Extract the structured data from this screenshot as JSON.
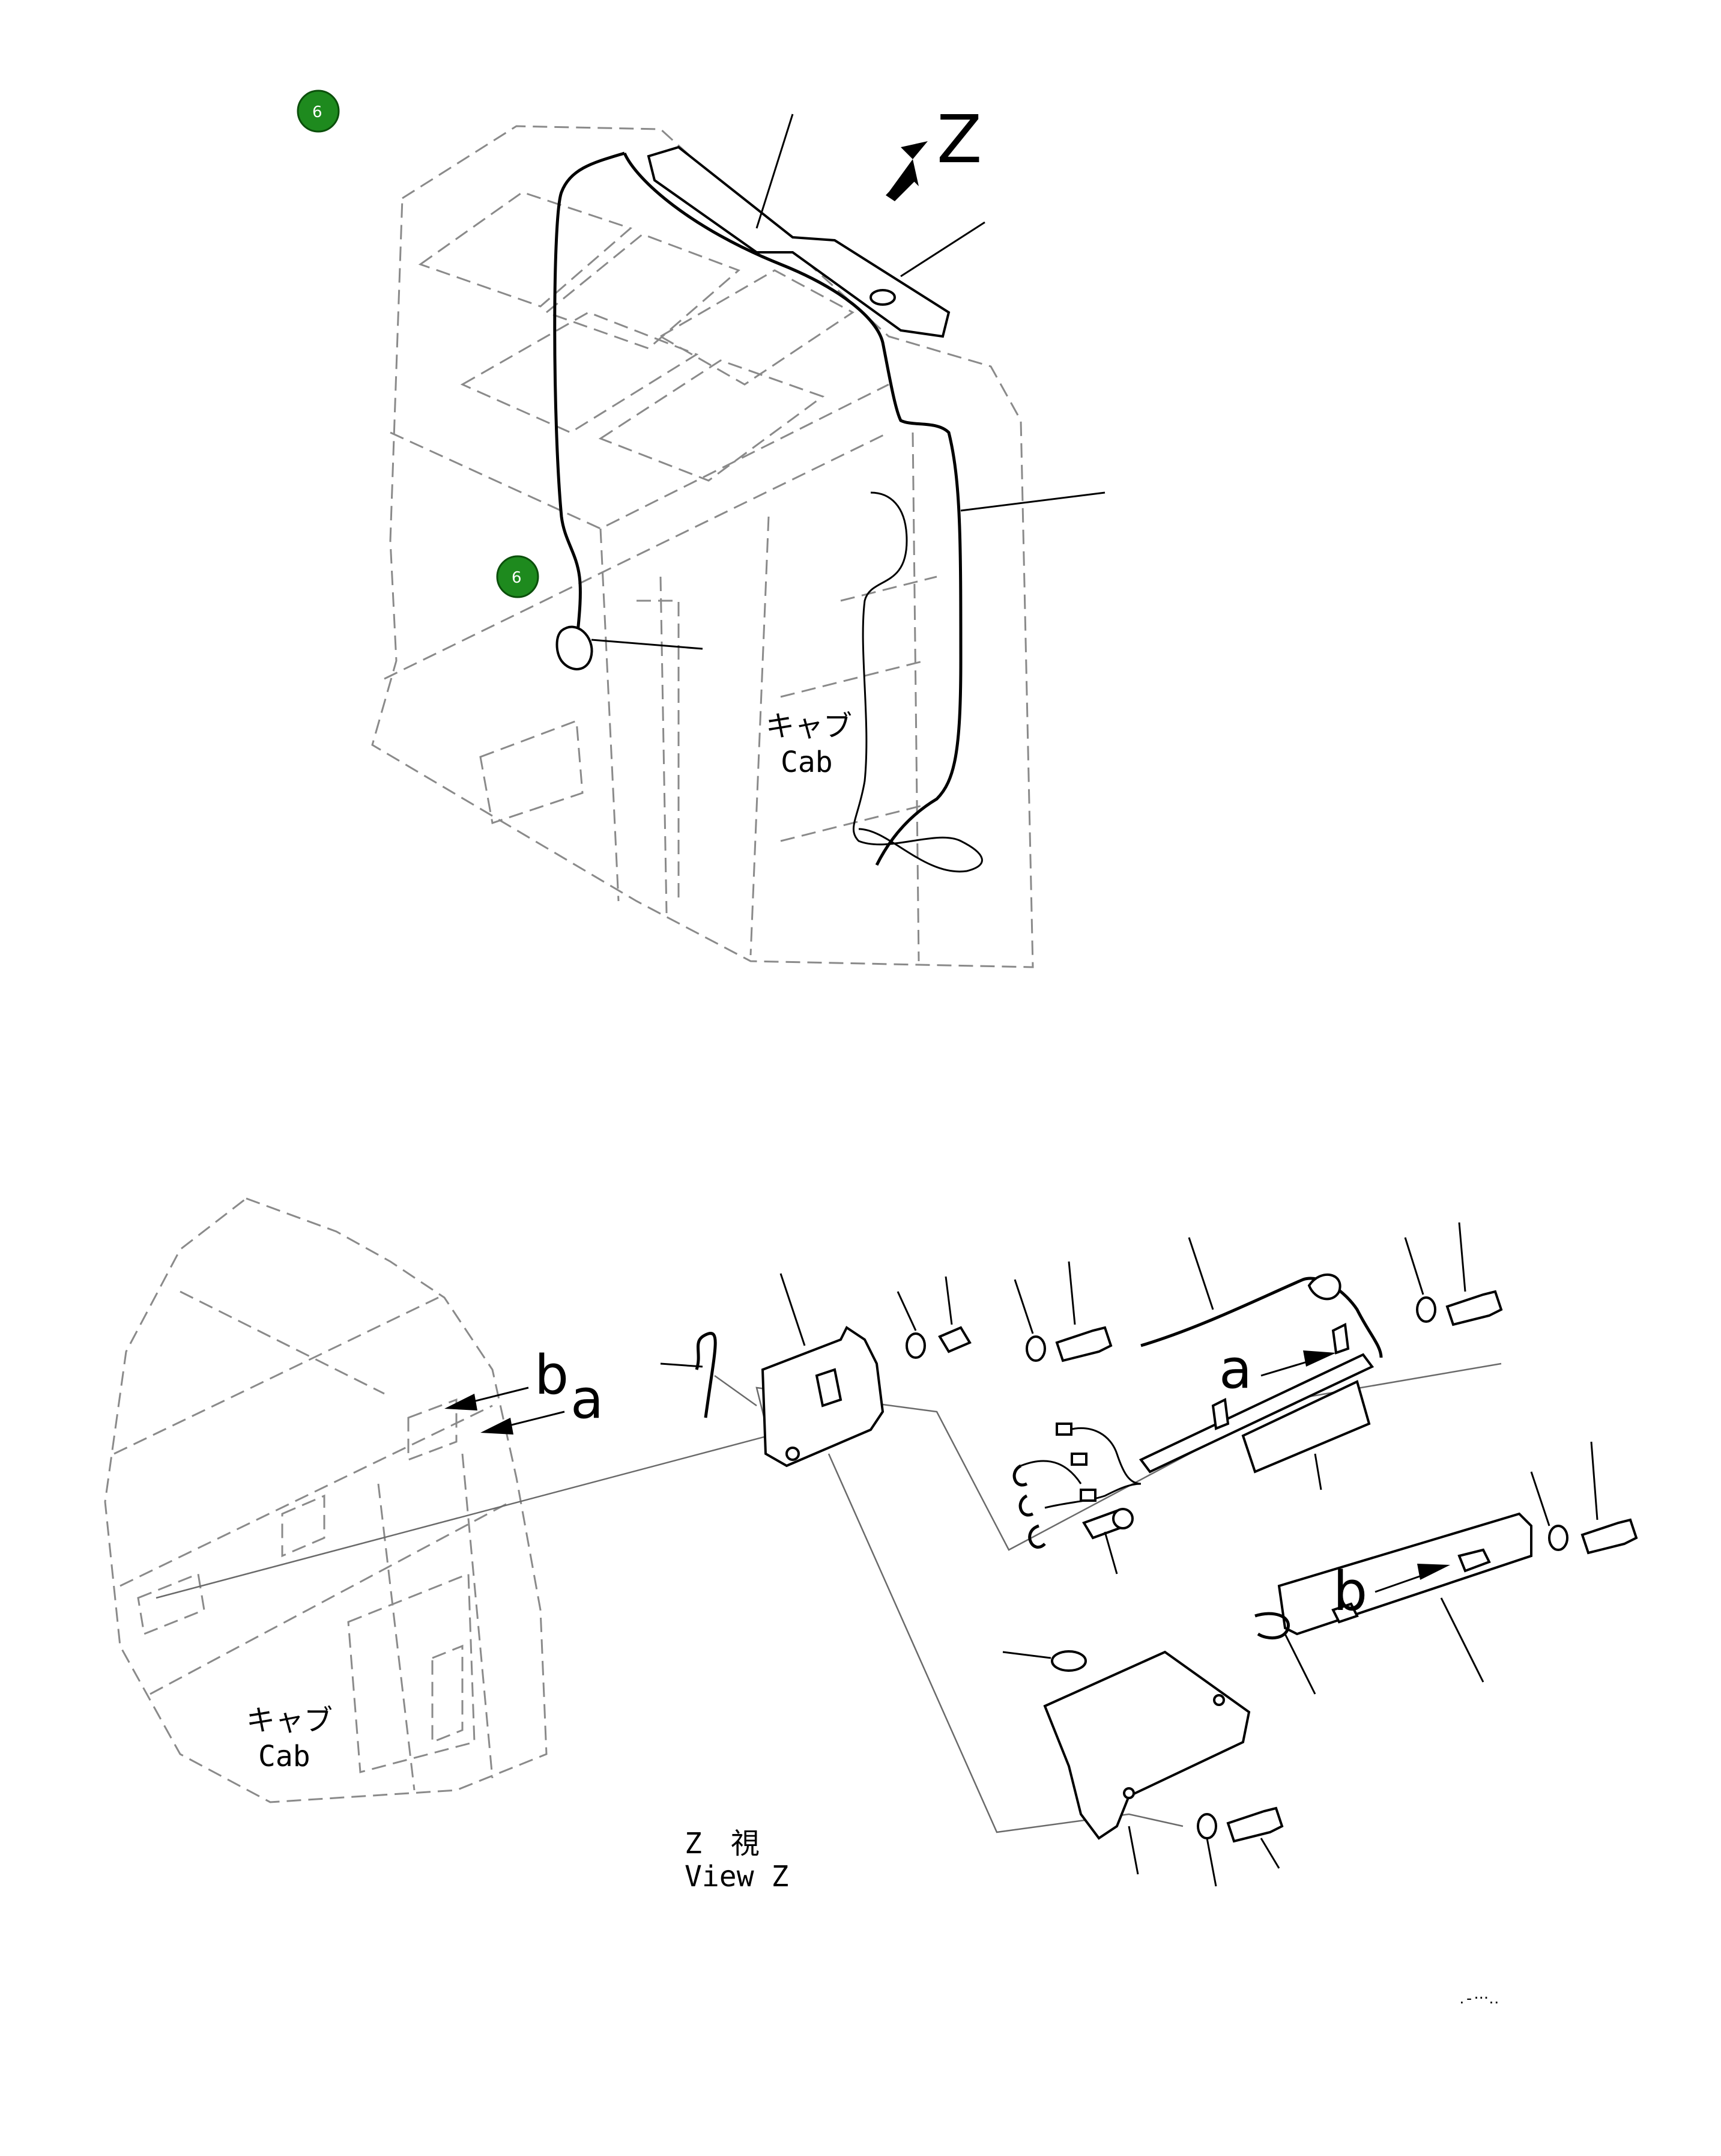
{
  "badges": [
    "6",
    "6"
  ],
  "view_arrow_letter": "Z",
  "cab_label_jp": "キャブ",
  "cab_label_en": "Cab",
  "view_label_jp": "Z　視",
  "view_label_en": "View Z",
  "detail_letters": [
    "b",
    "a",
    "a",
    "b"
  ],
  "footer_code": "․-‧‧‧․․"
}
